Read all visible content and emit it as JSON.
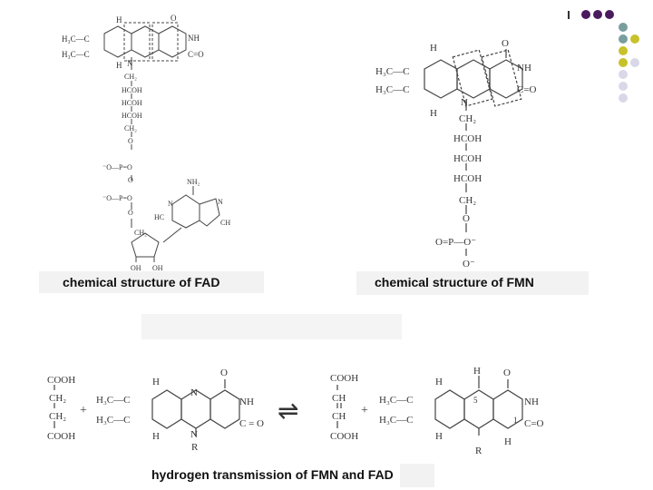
{
  "captions": {
    "fad": "chemical structure of FAD",
    "fmn": "chemical structure of FMN",
    "transmission": "hydrogen transmission of FMN and FAD"
  },
  "fad": {
    "h3c_top": "H₃C—C",
    "h3c_bottom": "H₃C—C",
    "nh": "NH",
    "co": "C=O",
    "o_top": "O",
    "n_ring": "N",
    "h_top": "H",
    "h_bottom": "H",
    "ch2_1": "CH₂",
    "hcoh_1": "HCOH",
    "hcoh_2": "HCOH",
    "hcoh_3": "HCOH",
    "ch2_2": "CH₂",
    "o_1": "O",
    "phos_1": "⁻O—P=O",
    "o_2": "O",
    "phos_2": "⁻O—P=O",
    "o_3": "O",
    "ch2_3": "CH₂",
    "nh2": "NH₂",
    "hc": "HC",
    "n_ad1": "N",
    "n_ad2": "N",
    "ch_ad": "CH",
    "oh_1": "OH",
    "oh_2": "OH"
  },
  "fmn": {
    "h3c_top": "H₃C—C",
    "h3c_bottom": "H₃C—C",
    "nh": "NH",
    "co": "C=O",
    "o_top": "O",
    "h_top": "H",
    "h_bottom": "H",
    "n_ring": "N",
    "ch2": "CH₂",
    "hcoh_1": "HCOH",
    "hcoh_2": "HCOH",
    "hcoh_3": "HCOH",
    "ch2_2": "CH₂",
    "o_link": "O",
    "phos": "O=P—O⁻",
    "o_minus": "O⁻"
  },
  "reaction": {
    "succ_cooh_top": "COOH",
    "succ_ch2_1": "CH₂",
    "succ_ch2_2": "CH₂",
    "succ_cooh_bottom": "COOH",
    "plus_1": "+",
    "ox_h3c_top": "H₃C—C",
    "ox_h3c_bottom": "H₃C—C",
    "ox_h_top": "H",
    "ox_h_bottom": "H",
    "ox_n_top": "N",
    "ox_n_bottom": "N",
    "ox_r": "R",
    "ox_nh": "NH",
    "ox_co": "C = O",
    "ox_o": "O",
    "arrow": "⇌",
    "fum_cooh_top": "COOH",
    "fum_ch_1": "CH",
    "fum_ch_2": "CH",
    "fum_cooh_bottom": "COOH",
    "plus_2": "+",
    "red_h3c_top": "H₃C—C",
    "red_h3c_bottom": "H₃C—C",
    "red_h_n5": "H",
    "red_n5": "5",
    "red_n1": "1",
    "red_h_top": "H",
    "red_h_bottom": "H",
    "red_nh": "NH",
    "red_co": "C=O",
    "red_o": "O",
    "red_h_n1": "H",
    "red_r": "R"
  },
  "decor": {
    "dot_colors": [
      "#4b1a5e",
      "#4b1a5e",
      "#4b1a5e",
      "#7a9e9f",
      "#c8c22a",
      "#7a9e9f",
      "#c8c22a",
      "#c8c22a",
      "#d8d8e8",
      "#d8d8e8",
      "#d8d8e8",
      "#d8d8e8"
    ]
  }
}
